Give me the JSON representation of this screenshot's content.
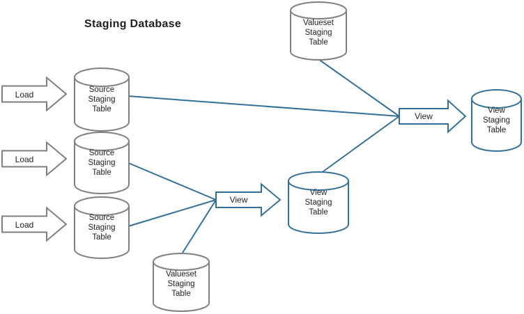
{
  "diagram": {
    "title": "Staging Database",
    "colors": {
      "shape_outline_gray": "#808080",
      "accent_blue": "#31719c",
      "text": "#1f1f1f",
      "background": "#ffffff"
    },
    "load_arrows": [
      {
        "label": "Load"
      },
      {
        "label": "Load"
      },
      {
        "label": "Load"
      }
    ],
    "view_arrows": [
      {
        "label": "View"
      },
      {
        "label": "View"
      }
    ],
    "cylinders": [
      {
        "name": "source-staging-table-1",
        "label": "Source\nStaging\nTable"
      },
      {
        "name": "source-staging-table-2",
        "label": "Source\nStaging\nTable"
      },
      {
        "name": "source-staging-table-3",
        "label": "Source\nStaging\nTable"
      },
      {
        "name": "valueset-staging-table-top",
        "label": "Valueset\nStaging\nTable"
      },
      {
        "name": "valueset-staging-table-bottom",
        "label": "Valueset\nStaging\nTable"
      },
      {
        "name": "view-staging-table-middle",
        "label": "View\nStaging\nTable"
      },
      {
        "name": "view-staging-table-right",
        "label": "View\nStaging\nTable"
      }
    ],
    "connections": [
      {
        "from": "load-arrow-1",
        "to": "source-staging-table-1"
      },
      {
        "from": "load-arrow-2",
        "to": "source-staging-table-2"
      },
      {
        "from": "load-arrow-3",
        "to": "source-staging-table-3"
      },
      {
        "from": "source-staging-table-1",
        "to": "view-arrow-right"
      },
      {
        "from": "valueset-staging-table-top",
        "to": "view-arrow-right"
      },
      {
        "from": "view-staging-table-middle",
        "to": "view-arrow-right"
      },
      {
        "from": "view-arrow-right",
        "to": "view-staging-table-right"
      },
      {
        "from": "source-staging-table-2",
        "to": "view-arrow-middle"
      },
      {
        "from": "source-staging-table-3",
        "to": "view-arrow-middle"
      },
      {
        "from": "valueset-staging-table-bottom",
        "to": "view-arrow-middle"
      },
      {
        "from": "view-arrow-middle",
        "to": "view-staging-table-middle"
      }
    ]
  }
}
